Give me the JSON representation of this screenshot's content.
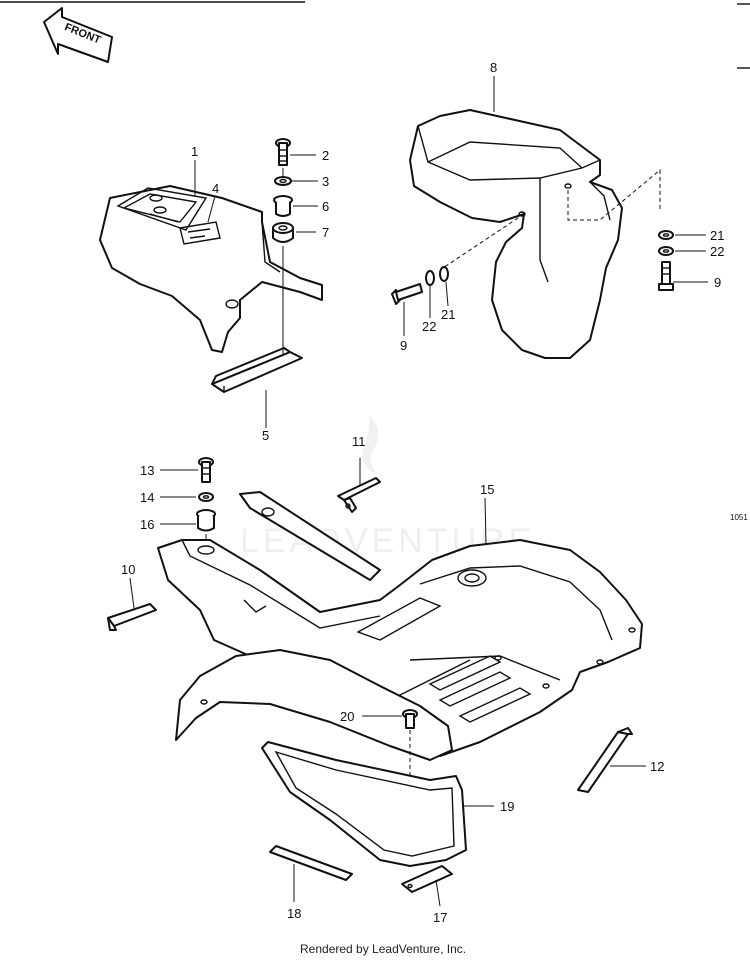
{
  "front_arrow_label": "FRONT",
  "diagram_code": "1051",
  "watermark": "LEADVENTURE",
  "footer": "Rendered by LeadVenture, Inc.",
  "callouts": {
    "c1": "1",
    "c2": "2",
    "c3": "3",
    "c4": "4",
    "c5": "5",
    "c6": "6",
    "c7": "7",
    "c8": "8",
    "c9a": "9",
    "c9b": "9",
    "c10": "10",
    "c11": "11",
    "c12": "12",
    "c13": "13",
    "c14": "14",
    "c15": "15",
    "c16": "16",
    "c17": "17",
    "c18": "18",
    "c19": "19",
    "c20": "20",
    "c21a": "21",
    "c21b": "21",
    "c22a": "22",
    "c22b": "22"
  }
}
